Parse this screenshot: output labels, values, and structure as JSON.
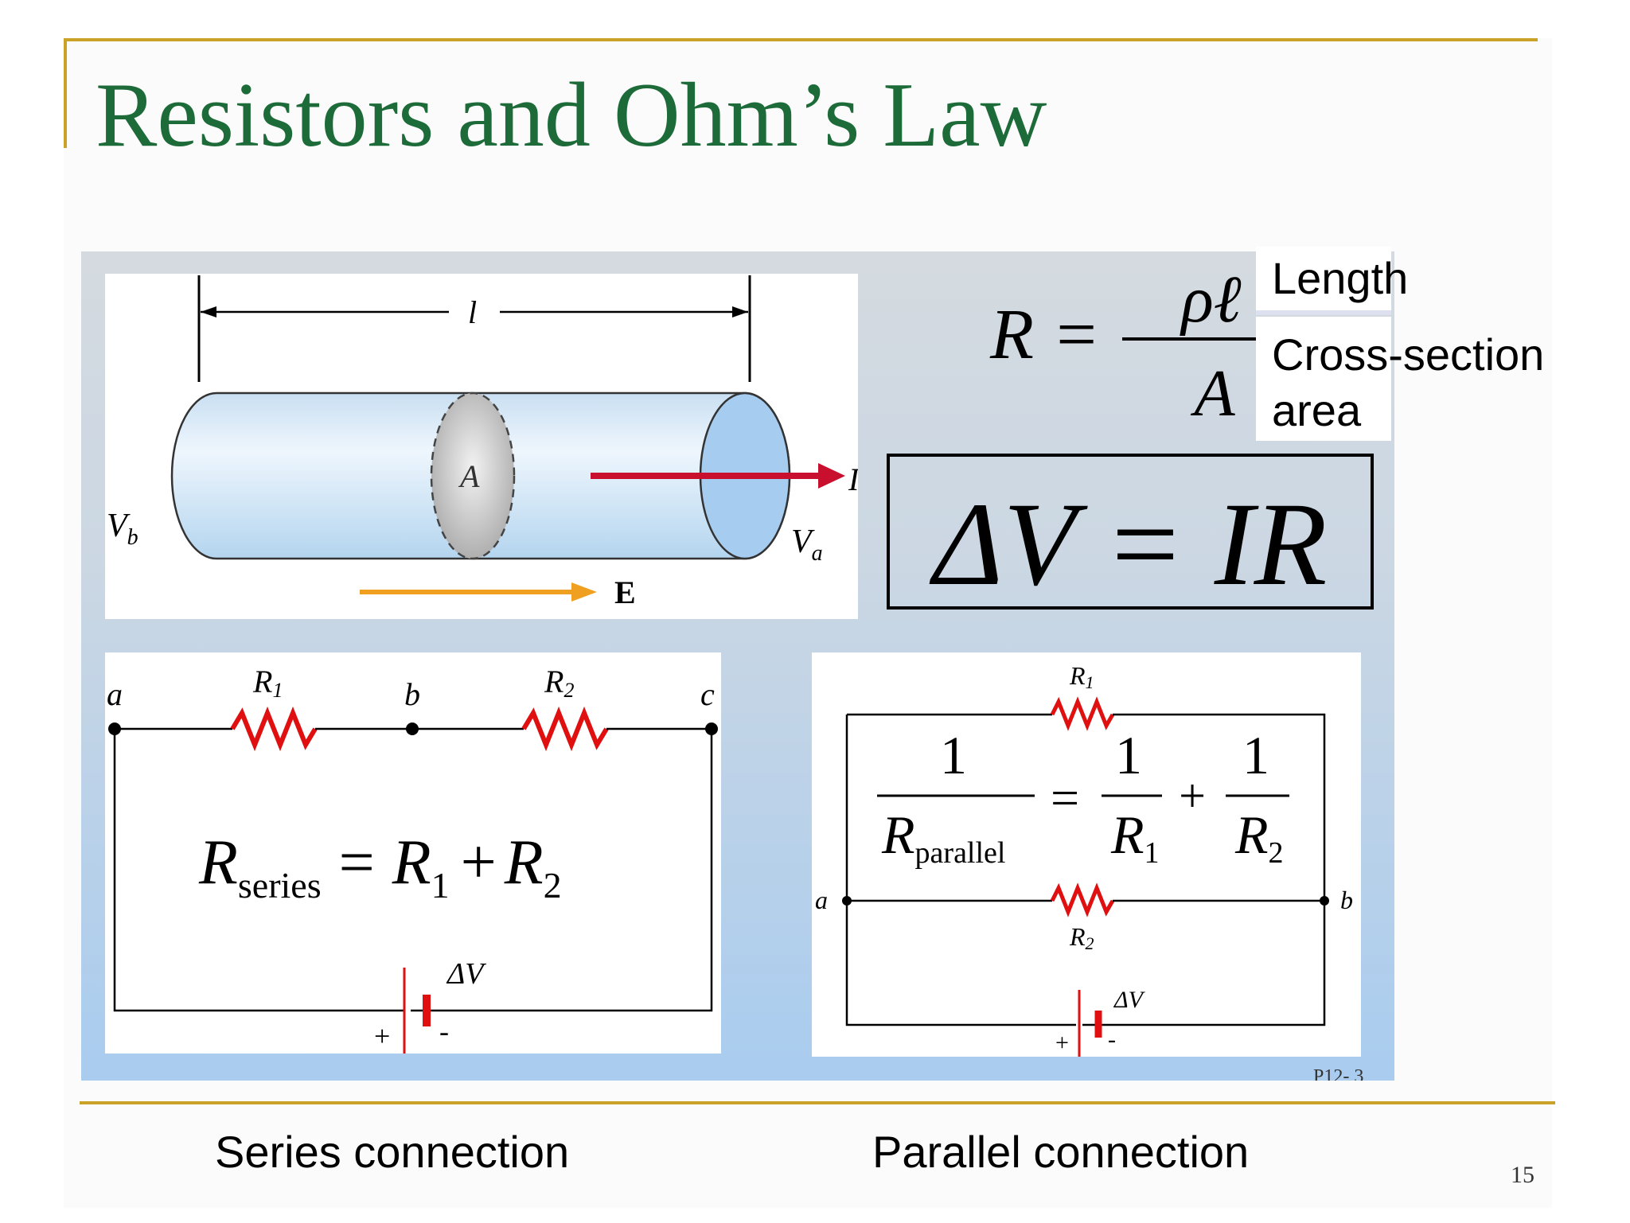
{
  "slide": {
    "title": "Resistors and Ohm’s Law",
    "page_number": "15"
  },
  "labels": {
    "length": "Length",
    "cross_section_line1": "Cross-section",
    "cross_section_line2": "area"
  },
  "captions": {
    "series": "Series connection",
    "parallel": "Parallel connection"
  },
  "conductor": {
    "length_symbol": "l",
    "area_symbol": "A",
    "current_symbol": "I",
    "field_symbol": "E",
    "v_b": "V",
    "v_b_sub": "b",
    "v_a": "V",
    "v_a_sub": "a"
  },
  "formulas": {
    "resistance_lhs": "R =",
    "resistance_num": "ρℓ",
    "resistance_den": "A",
    "ohms_law": "ΔV = IR",
    "series_lhs": "R",
    "series_sub": "series",
    "series_eq": "=",
    "series_r1": "R",
    "series_r1_sub": "1",
    "series_plus": "+",
    "series_r2": "R",
    "series_r2_sub": "2",
    "parallel_one": "1",
    "parallel_rp": "R",
    "parallel_rp_sub": "parallel",
    "parallel_eq": "=",
    "parallel_plus": "+",
    "parallel_r1": "R",
    "parallel_r1_sub": "1",
    "parallel_r2": "R",
    "parallel_r2_sub": "2"
  },
  "series_circuit": {
    "node_a": "a",
    "node_b": "b",
    "node_c": "c",
    "r1": "R",
    "r1_sub": "1",
    "r2": "R",
    "r2_sub": "2",
    "battery": "ΔV",
    "plus": "+",
    "minus": "-"
  },
  "parallel_circuit": {
    "node_a": "a",
    "node_b": "b",
    "r1": "R",
    "r1_sub": "1",
    "r2": "R",
    "r2_sub": "2",
    "battery": "ΔV",
    "plus": "+",
    "minus": "-"
  },
  "figure": {
    "source_tag": "P12- 3"
  },
  "colors": {
    "title": "#1e6b3a",
    "rule": "#c9a227",
    "resistor": "#e01010",
    "current_arrow": "#c8102e",
    "field_arrow": "#f0a020"
  }
}
